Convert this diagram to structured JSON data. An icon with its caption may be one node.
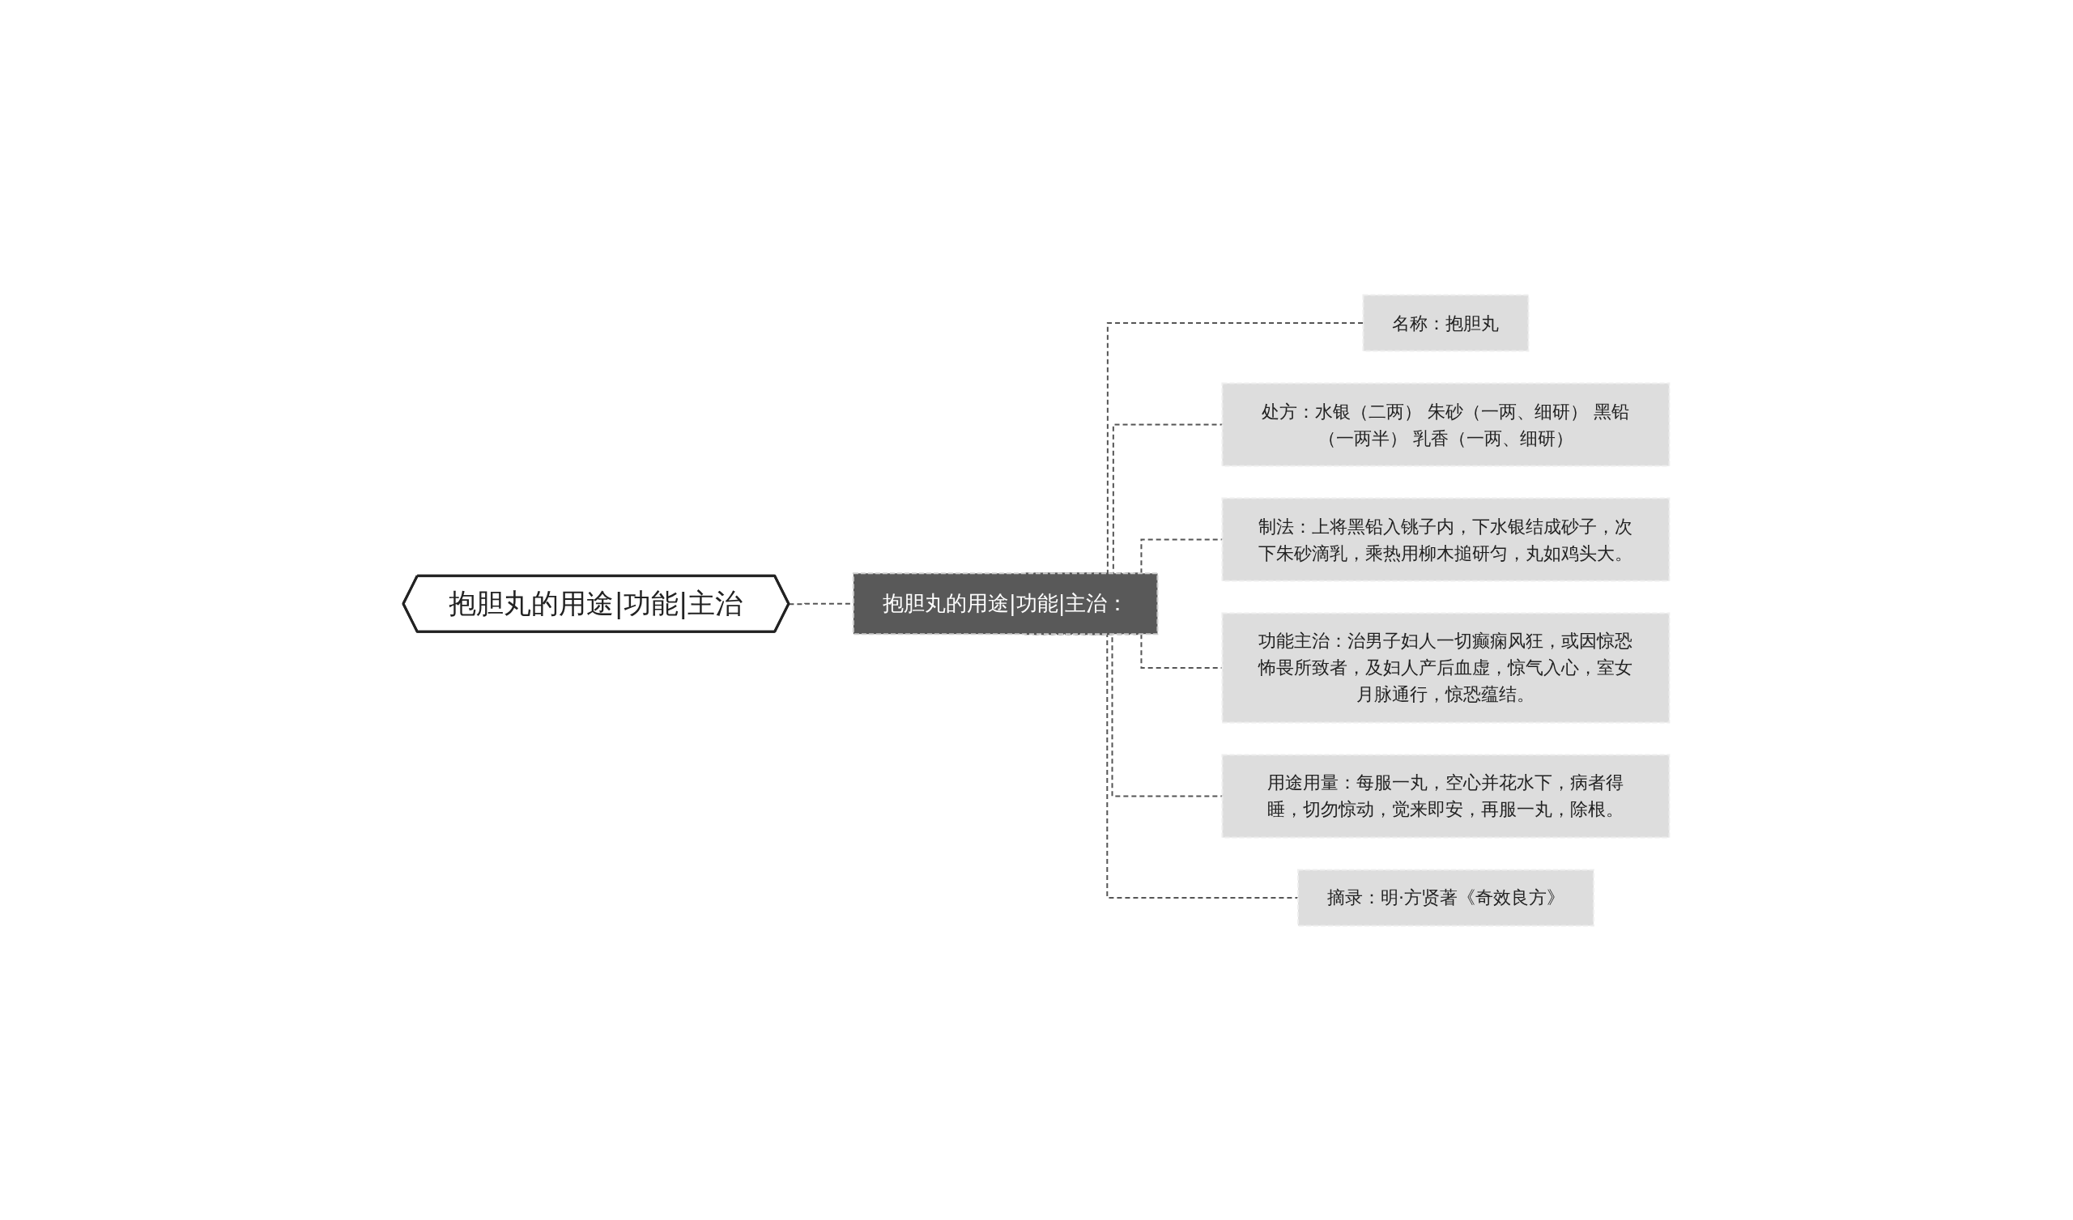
{
  "diagram": {
    "nodes": [
      {
        "text": [
          "抱胆丸的用途|功能|主治"
        ]
      },
      {
        "text": [
          "抱胆丸的用途|功能|主治："
        ]
      },
      {
        "text": [
          "名称：抱胆丸"
        ]
      },
      {
        "text": [
          "处方：水银（二两） 朱砂（一两、细研） 黑铅（一两半） 乳香（一两、细研）"
        ]
      },
      {
        "text": [
          "制法：上将黑铅入铫子内，下水银结成砂子，次下朱砂滴乳，乘热用柳木搥研匀，丸如鸡头大。"
        ]
      },
      {
        "text": [
          "功能主治：治男子妇人一切癫痫风狂，或因惊恐怖畏所致者，及妇人产后血虚，惊气入心，室女月脉通行，惊恐蕴结。"
        ]
      },
      {
        "text": [
          "用途用量：每服一丸，空心并花水下，病者得睡，切勿惊动，觉来即安，再服一丸，除根。"
        ]
      },
      {
        "text": [
          "摘录：明·方贤著《奇效良方》"
        ]
      }
    ],
    "edges": [
      {
        "from": 0,
        "to": 1,
        "arrow": "none",
        "style": "dashed"
      },
      {
        "from": 1,
        "to": 2,
        "arrow": "none",
        "style": "dashed"
      },
      {
        "from": 1,
        "to": 3,
        "arrow": "none",
        "style": "dashed"
      },
      {
        "from": 1,
        "to": 4,
        "arrow": "none",
        "style": "dashed"
      },
      {
        "from": 1,
        "to": 5,
        "arrow": "none",
        "style": "dashed"
      },
      {
        "from": 1,
        "to": 6,
        "arrow": "none",
        "style": "dashed"
      },
      {
        "from": 1,
        "to": 7,
        "arrow": "none",
        "style": "dashed"
      }
    ]
  }
}
